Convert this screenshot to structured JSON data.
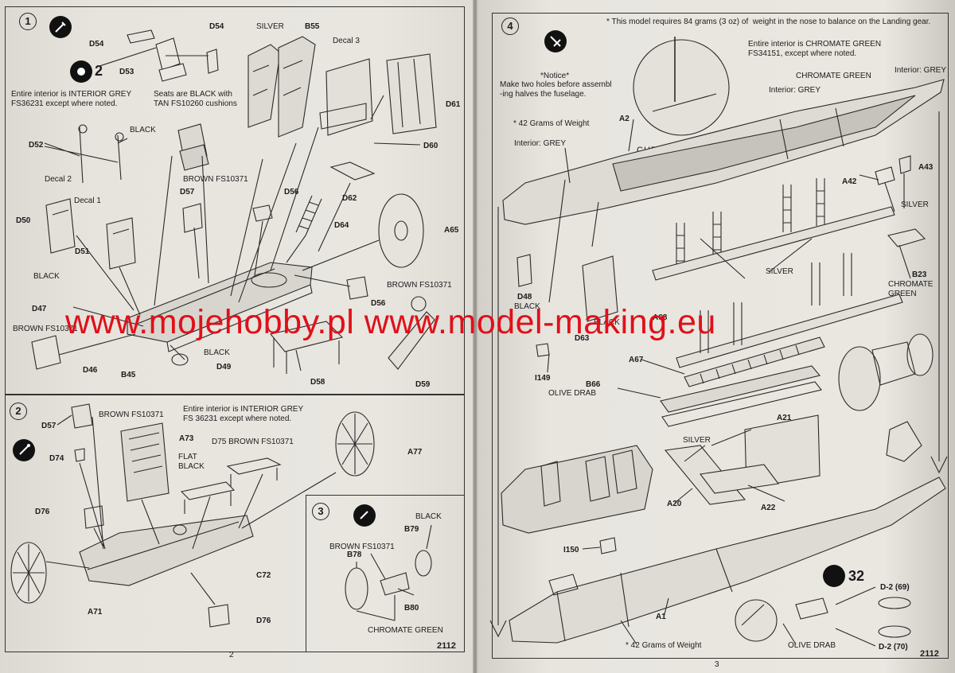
{
  "watermark": "www.mojehobby.pl www.model-making.eu",
  "left_page": {
    "page_number": "2",
    "kit_code": "2112",
    "step1": {
      "number": "1",
      "sub_number": "2",
      "interior_note": "Entire interior is INTERIOR GREY\nFS36231 except where noted.",
      "seats_note": "Seats are BLACK with\nTAN FS10260 cushions",
      "labels": {
        "d54": "D54",
        "d53": "D53",
        "d54b": "D54",
        "silver": "SILVER",
        "b55": "B55",
        "decal3": "Decal 3",
        "d61": "D61",
        "black1": "BLACK",
        "d52": "D52",
        "d60": "D60",
        "decal2": "Decal 2",
        "decal1": "Decal 1",
        "brown1": "BROWN FS10371",
        "d57": "D57",
        "d56a": "D56",
        "d62": "D62",
        "d50": "D50",
        "d64": "D64",
        "a65": "A65",
        "d51": "D51",
        "black2": "BLACK",
        "brown2": "BROWN FS10371",
        "d47": "D47",
        "d56b": "D56",
        "brown3": "BROWN FS10371",
        "black3": "BLACK",
        "d49": "D49",
        "d46": "D46",
        "b45": "B45",
        "d58": "D58",
        "d59": "D59"
      }
    },
    "step2": {
      "number": "2",
      "interior_note": "Entire interior is INTERIOR GREY\nFS 36231 except where noted.",
      "labels": {
        "d57": "D57",
        "brown1": "BROWN FS10371",
        "a73": "A73",
        "d74": "D74",
        "flat_black": "FLAT\nBLACK",
        "d75": "D75 BROWN FS10371",
        "a77": "A77",
        "d76a": "D76",
        "c72": "C72",
        "a71": "A71",
        "d76b": "D76"
      }
    },
    "step3": {
      "number": "3",
      "labels": {
        "black": "BLACK",
        "brown": "BROWN FS10371",
        "b79": "B79",
        "b78": "B78",
        "b80": "B80",
        "chromate": "CHROMATE GREEN"
      }
    }
  },
  "right_page": {
    "page_number": "3",
    "kit_code": "2112",
    "step4": {
      "number": "4",
      "weight_note": "* This model requires 84 grams (3 oz) of  weight in the nose to balance on the Landing gear.",
      "interior_note": "Entire interior is CHROMATE GREEN\nFS34151, except where noted.",
      "notice_title": "*Notice*",
      "notice_body": "Make two holes before assembl\n-ing halves the fuselage.",
      "weight_42_top": "* 42 Grams of Weight",
      "weight_42_bottom": "* 42 Grams of Weight",
      "sub_number": "32",
      "labels": {
        "chromate_top": "CHROMATE GREEN",
        "interior_grey_r": "Interior: GREY",
        "interior_grey_m": "Interior: GREY",
        "a2": "A2",
        "interior_grey_l": "Interior: GREY",
        "chromate_body": "CHROMATE\nGREEN",
        "a42": "A42",
        "a43": "A43",
        "silver1": "SILVER",
        "d48": "D48",
        "black": "BLACK",
        "silver2": "SILVER",
        "b23": "B23",
        "chromate_b23": "CHROMATE\nGREEN",
        "d63": "D63",
        "black2": "BLACK",
        "a68": "A68",
        "a67": "A67",
        "i149": "I149",
        "b66": "B66",
        "olive": "OLIVE DRAB",
        "a21": "A21",
        "silver3": "SILVER",
        "a20": "A20",
        "a22": "A22",
        "i150": "I150",
        "a1": "A1",
        "d2_69": "D-2 (69)",
        "d2_70": "D-2 (70)",
        "olive2": "OLIVE DRAB"
      }
    }
  }
}
